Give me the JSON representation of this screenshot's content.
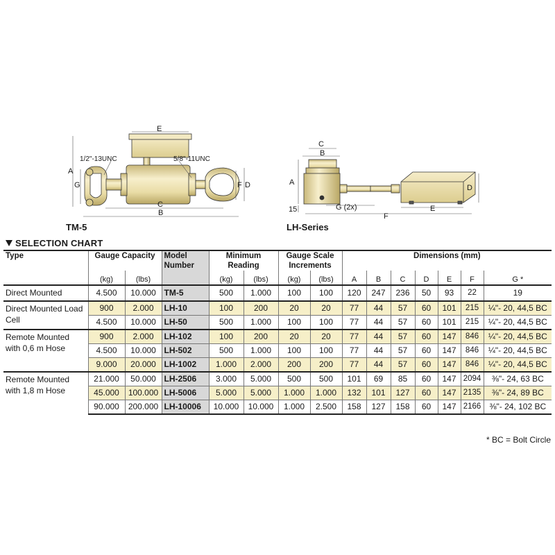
{
  "figures": {
    "tm5": {
      "caption": "TM-5",
      "labels": {
        "A": "A",
        "B": "B",
        "C": "C",
        "D": "D",
        "E": "E",
        "F": "F",
        "G": "G"
      },
      "thread1": "1/2\"-13UNC",
      "thread2": "5/8\"-11UNC"
    },
    "lh": {
      "caption": "LH-Series",
      "labels": {
        "A": "A",
        "B": "B",
        "C": "C",
        "D": "D",
        "E": "E",
        "F": "F"
      },
      "g_label": "G (2x)",
      "dim15": "15"
    }
  },
  "selection_chart": {
    "heading": "SELECTION CHART",
    "headers": {
      "type": "Type",
      "gauge_capacity": "Gauge Capacity",
      "model_number": "Model Number",
      "minimum_reading": "Minimum Reading",
      "gauge_scale": "Gauge Scale Increments",
      "dimensions": "Dimensions (mm)"
    },
    "sub_headers": [
      "(kg)",
      "(lbs)",
      "(kg)",
      "(lbs)",
      "(kg)",
      "(lbs)",
      "A",
      "B",
      "C",
      "D",
      "E",
      "F",
      "G *"
    ],
    "types": [
      "Direct Mounted",
      "Direct Mounted Load Cell",
      "Remote Mounted with 0,6 m Hose",
      "Remote Mounted with 1,8 m Hose"
    ],
    "rows": [
      [
        "4.500",
        "10.000",
        "TM-5",
        "500",
        "1.000",
        "100",
        "100",
        "120",
        "247",
        "236",
        "50",
        "93",
        "22",
        "19"
      ],
      [
        "900",
        "2.000",
        "LH-10",
        "100",
        "200",
        "20",
        "20",
        "77",
        "44",
        "57",
        "60",
        "101",
        "215",
        "¼\"- 20, 44,5 BC"
      ],
      [
        "4.500",
        "10.000",
        "LH-50",
        "500",
        "1.000",
        "100",
        "100",
        "77",
        "44",
        "57",
        "60",
        "101",
        "215",
        "¼\"- 20, 44,5 BC"
      ],
      [
        "900",
        "2.000",
        "LH-102",
        "100",
        "200",
        "20",
        "20",
        "77",
        "44",
        "57",
        "60",
        "147",
        "846",
        "¼\"- 20, 44,5 BC"
      ],
      [
        "4.500",
        "10.000",
        "LH-502",
        "500",
        "1.000",
        "100",
        "100",
        "77",
        "44",
        "57",
        "60",
        "147",
        "846",
        "¼\"- 20, 44,5 BC"
      ],
      [
        "9.000",
        "20.000",
        "LH-1002",
        "1.000",
        "2.000",
        "200",
        "200",
        "77",
        "44",
        "57",
        "60",
        "147",
        "846",
        "¼\"- 20, 44,5 BC"
      ],
      [
        "21.000",
        "50.000",
        "LH-2506",
        "3.000",
        "5.000",
        "500",
        "500",
        "101",
        "69",
        "85",
        "60",
        "147",
        "2094",
        "⅜\"- 24, 63 BC"
      ],
      [
        "45.000",
        "100.000",
        "LH-5006",
        "5.000",
        "5.000",
        "1.000",
        "1.000",
        "132",
        "101",
        "127",
        "60",
        "147",
        "2135",
        "⅜\"- 24, 89 BC"
      ],
      [
        "90.000",
        "200.000",
        "LH-10006",
        "10.000",
        "10.000",
        "1.000",
        "2.500",
        "158",
        "127",
        "158",
        "60",
        "147",
        "2166",
        "⅜\"- 24, 102 BC"
      ]
    ],
    "footnote": "* BC = Bolt Circle"
  },
  "colors": {
    "body": "#efe4b4",
    "shadow": "#c9b87a",
    "accent_row": "#f6efc8",
    "model_col": "#d8d8d8"
  }
}
